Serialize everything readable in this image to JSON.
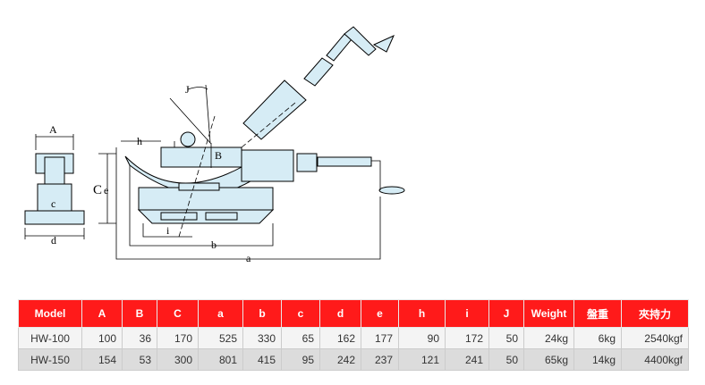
{
  "diagram": {
    "labels": {
      "A": "A",
      "B": "B",
      "C": "C",
      "e": "e",
      "c": "c",
      "d": "d",
      "h": "h",
      "i": "i",
      "b": "b",
      "a": "a",
      "J": "J"
    }
  },
  "colors": {
    "header": "#ff1a1a",
    "part_fill": "#d6ecf5"
  },
  "table": {
    "headers": [
      "Model",
      "A",
      "B",
      "C",
      "a",
      "b",
      "c",
      "d",
      "e",
      "h",
      "i",
      "J",
      "Weight",
      "盤重",
      "夾持力"
    ],
    "rows": [
      [
        "HW-100",
        "100",
        "36",
        "170",
        "525",
        "330",
        "65",
        "162",
        "177",
        "90",
        "172",
        "50",
        "24kg",
        "6kg",
        "2540kgf"
      ],
      [
        "HW-150",
        "154",
        "53",
        "300",
        "801",
        "415",
        "95",
        "242",
        "237",
        "121",
        "241",
        "50",
        "65kg",
        "14kg",
        "4400kgf"
      ]
    ]
  }
}
